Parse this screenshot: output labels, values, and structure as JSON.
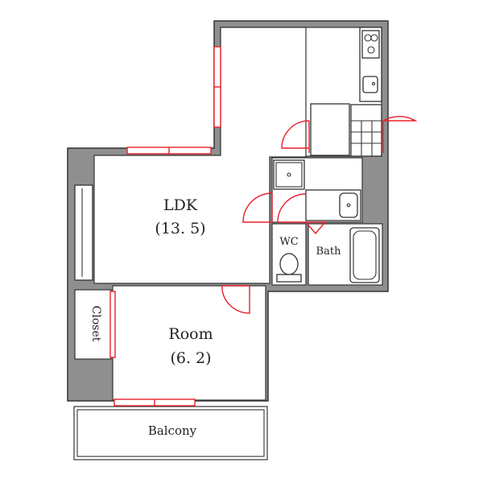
{
  "rooms": {
    "ldk": {
      "name": "LDK",
      "size": "(13. 5)"
    },
    "room": {
      "name": "Room",
      "size": "(6. 2)"
    },
    "closet": "Closet",
    "wc": "WC",
    "bath": "Bath",
    "balcony": "Balcony"
  },
  "colors": {
    "wall": "#8f8f8f",
    "doors_windows": "#e8202a",
    "floor": "#ffffff"
  }
}
